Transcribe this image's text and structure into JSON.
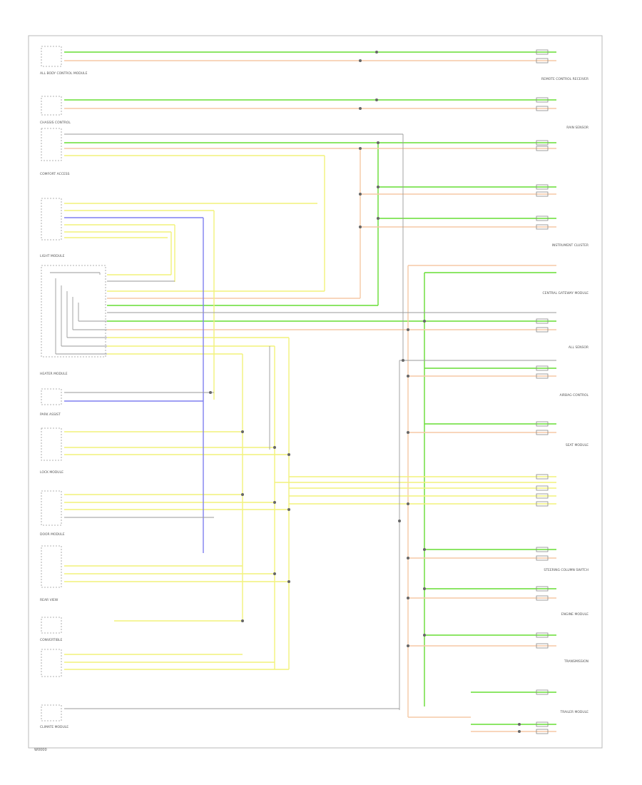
{
  "colors": {
    "green": "#66dd33",
    "orange": "#f6c9a6",
    "yellow": "#f2f27a",
    "blue": "#7f7ff0",
    "gray": "#9a9a9a",
    "frame": "#b9b9b9",
    "text": "#777777"
  },
  "labels": {
    "frame_tag": "W0000",
    "right_1": "REMOTE CONTROL RECEIVER",
    "right_2": "RAIN SENSOR",
    "right_3": "INSTRUMENT CLUSTER",
    "right_4": "CENTRAL GATEWAY MODULE",
    "right_5": "ALL SENSOR",
    "right_6": "AIRBAG CONTROL",
    "right_7": "SEAT MODULE",
    "right_8": "STEERING COLUMN SWITCH",
    "right_9": "ENGINE MODULE",
    "right_10": "TRANSMISSION",
    "right_11": "TRAILER MODULE",
    "left_1": "ALL BODY CONTROL MODULE",
    "left_2": "CHASSIS CONTROL",
    "left_3": "COMFORT ACCESS",
    "left_4": "LIGHT MODULE",
    "left_5": "HEATER MODULE",
    "left_6": "PARK ASSIST",
    "left_7": "LOCK MODULE",
    "left_8": "DOOR MODULE",
    "left_9": "REAR VIEW",
    "left_10": "CONVERTIBLE",
    "left_11": "CLIMATE MODULE"
  }
}
